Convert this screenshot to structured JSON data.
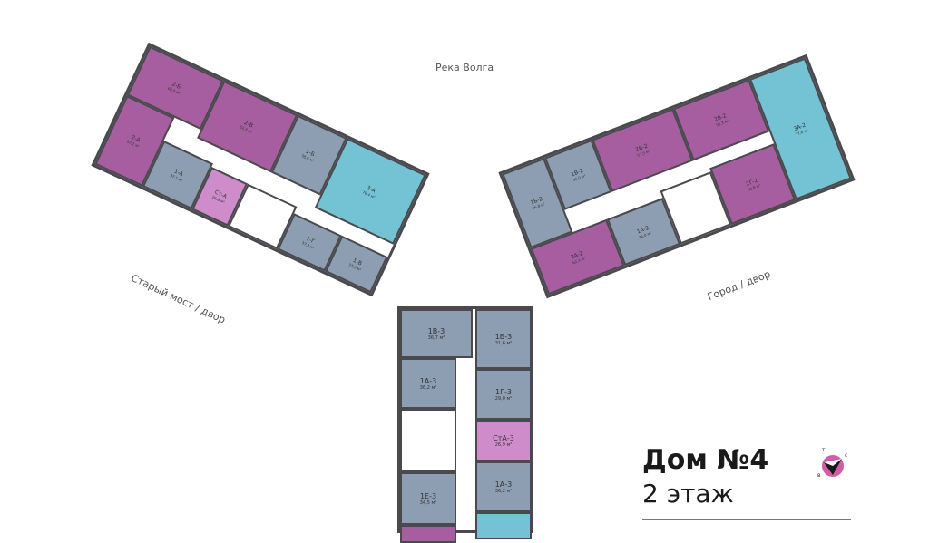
{
  "labels": {
    "river": "Река Волга",
    "old_bridge": "Старый мост / двор",
    "city": "Город / двор"
  },
  "title": "Дом №4",
  "floor": "2 этаж",
  "colors": {
    "two_room": "#a65ea0",
    "one_room": "#8d9eb2",
    "three_room": "#74c3d4",
    "studio": "#cf8ccb"
  },
  "left_wing": [
    {
      "name": "2-Б",
      "area": "68,9 м²"
    },
    {
      "name": "2-В",
      "area": "62,3 м²"
    },
    {
      "name": "1-Б",
      "area": "38,6 м²"
    },
    {
      "name": "3-А",
      "area": "78,4 м²"
    },
    {
      "name": "2-А",
      "area": "60,2 м²"
    },
    {
      "name": "1-А",
      "area": "37,1 м²"
    },
    {
      "name": "Ст-А",
      "area": "26,8 м²"
    },
    {
      "name": "1-Г",
      "area": "37,3 м²"
    },
    {
      "name": "1-В",
      "area": "37,6 м²"
    }
  ],
  "right_wing": [
    {
      "name": "1Б-2",
      "area": "36,8 м²"
    },
    {
      "name": "1В-2",
      "area": "36,0 м²"
    },
    {
      "name": "2Б-2",
      "area": "57,5 м²"
    },
    {
      "name": "2В-2",
      "area": "58,3 м²"
    },
    {
      "name": "3А-2",
      "area": "77,6 м²"
    },
    {
      "name": "2А-2",
      "area": "62,3 м²"
    },
    {
      "name": "1А-2",
      "area": "36,0 м²"
    },
    {
      "name": "2Г-2",
      "area": "52,8 м²"
    }
  ],
  "center": [
    {
      "name": "1В-3",
      "area": "36,7 м²"
    },
    {
      "name": "1Б-3",
      "area": "31,6 м²"
    },
    {
      "name": "1Г-3",
      "area": "29,0 м²"
    },
    {
      "name": "1А-3",
      "area": "36,2 м²"
    },
    {
      "name": "СтА-3",
      "area": "26,9 м²"
    },
    {
      "name": "1Е-3",
      "area": "34,5 м²"
    },
    {
      "name": "1А-3",
      "area": "36,2 м²"
    }
  ]
}
